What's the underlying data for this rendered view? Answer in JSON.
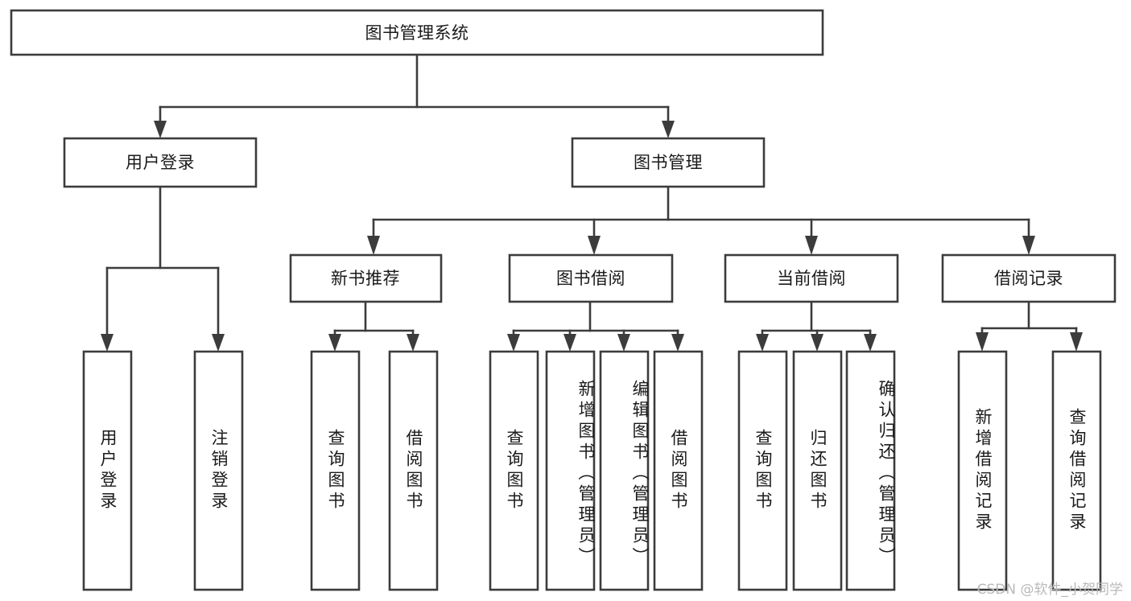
{
  "diagram": {
    "title": "图书管理系统",
    "type": "hierarchy-tree",
    "watermark": "CSDN @软件_小贺同学",
    "colors": {
      "stroke": "#3c3c3c",
      "fill": "#ffffff",
      "text": "#1a1a1a",
      "background": "#ffffff",
      "watermark": "#b9b9b9"
    },
    "levels": [
      {
        "level": 1,
        "nodes": [
          {
            "id": "root",
            "label": "图书管理系统",
            "orientation": "horizontal"
          }
        ]
      },
      {
        "level": 2,
        "nodes": [
          {
            "id": "login",
            "label": "用户登录",
            "orientation": "horizontal",
            "parent": "root"
          },
          {
            "id": "bookmgmt",
            "label": "图书管理",
            "orientation": "horizontal",
            "parent": "root"
          }
        ]
      },
      {
        "level": 3,
        "nodes": [
          {
            "id": "newbook",
            "label": "新书推荐",
            "orientation": "horizontal",
            "parent": "bookmgmt"
          },
          {
            "id": "borrow",
            "label": "图书借阅",
            "orientation": "horizontal",
            "parent": "bookmgmt"
          },
          {
            "id": "current",
            "label": "当前借阅",
            "orientation": "horizontal",
            "parent": "bookmgmt"
          },
          {
            "id": "records",
            "label": "借阅记录",
            "orientation": "horizontal",
            "parent": "bookmgmt"
          }
        ]
      },
      {
        "level": 4,
        "nodes": [
          {
            "id": "leaf-1",
            "label": "用户登录",
            "orientation": "vertical",
            "parent": "login"
          },
          {
            "id": "leaf-2",
            "label": "注销登录",
            "orientation": "vertical",
            "parent": "login"
          },
          {
            "id": "leaf-3",
            "label": "查询图书",
            "orientation": "vertical",
            "parent": "newbook"
          },
          {
            "id": "leaf-4",
            "label": "借阅图书",
            "orientation": "vertical",
            "parent": "newbook"
          },
          {
            "id": "leaf-5",
            "label": "查询图书",
            "orientation": "vertical",
            "parent": "borrow"
          },
          {
            "id": "leaf-6",
            "label": "新增图书（管理员）",
            "orientation": "vertical",
            "parent": "borrow"
          },
          {
            "id": "leaf-7",
            "label": "编辑图书（管理员）",
            "orientation": "vertical",
            "parent": "borrow"
          },
          {
            "id": "leaf-8",
            "label": "借阅图书",
            "orientation": "vertical",
            "parent": "borrow"
          },
          {
            "id": "leaf-9",
            "label": "查询图书",
            "orientation": "vertical",
            "parent": "current"
          },
          {
            "id": "leaf-10",
            "label": "归还图书",
            "orientation": "vertical",
            "parent": "current"
          },
          {
            "id": "leaf-11",
            "label": "确认归还（管理员）",
            "orientation": "vertical",
            "parent": "current"
          },
          {
            "id": "leaf-12",
            "label": "新增借阅记录",
            "orientation": "vertical",
            "parent": "records"
          },
          {
            "id": "leaf-13",
            "label": "查询借阅记录",
            "orientation": "vertical",
            "parent": "records"
          }
        ]
      }
    ]
  }
}
